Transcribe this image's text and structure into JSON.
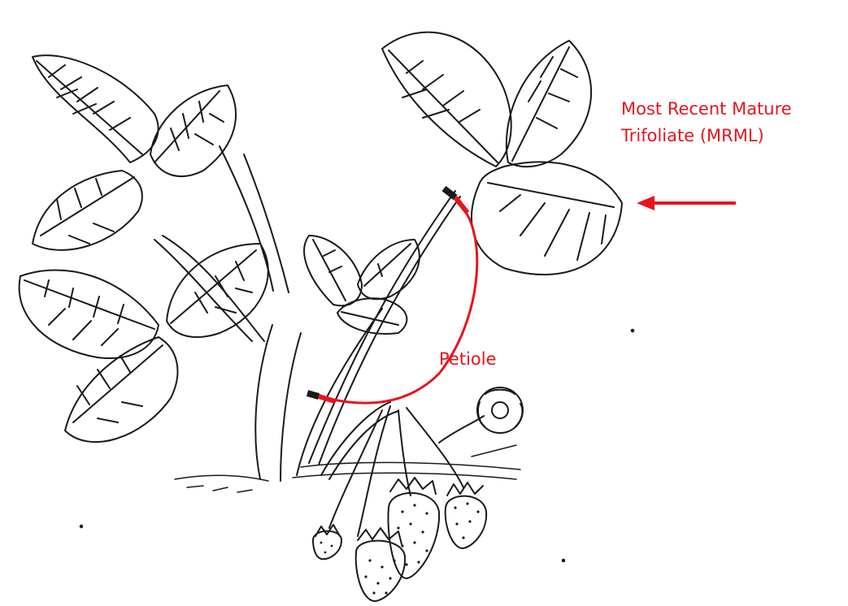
{
  "annotations": {
    "mrml_line1": "Most Recent Mature",
    "mrml_line2": "Trifoliate (MRML)",
    "petiole": "Petiole"
  },
  "colors": {
    "annotation": "#e8141c",
    "ink": "#1a1a1a"
  },
  "icons": [
    "left-arrow-icon",
    "strawberry-plant-illustration"
  ]
}
